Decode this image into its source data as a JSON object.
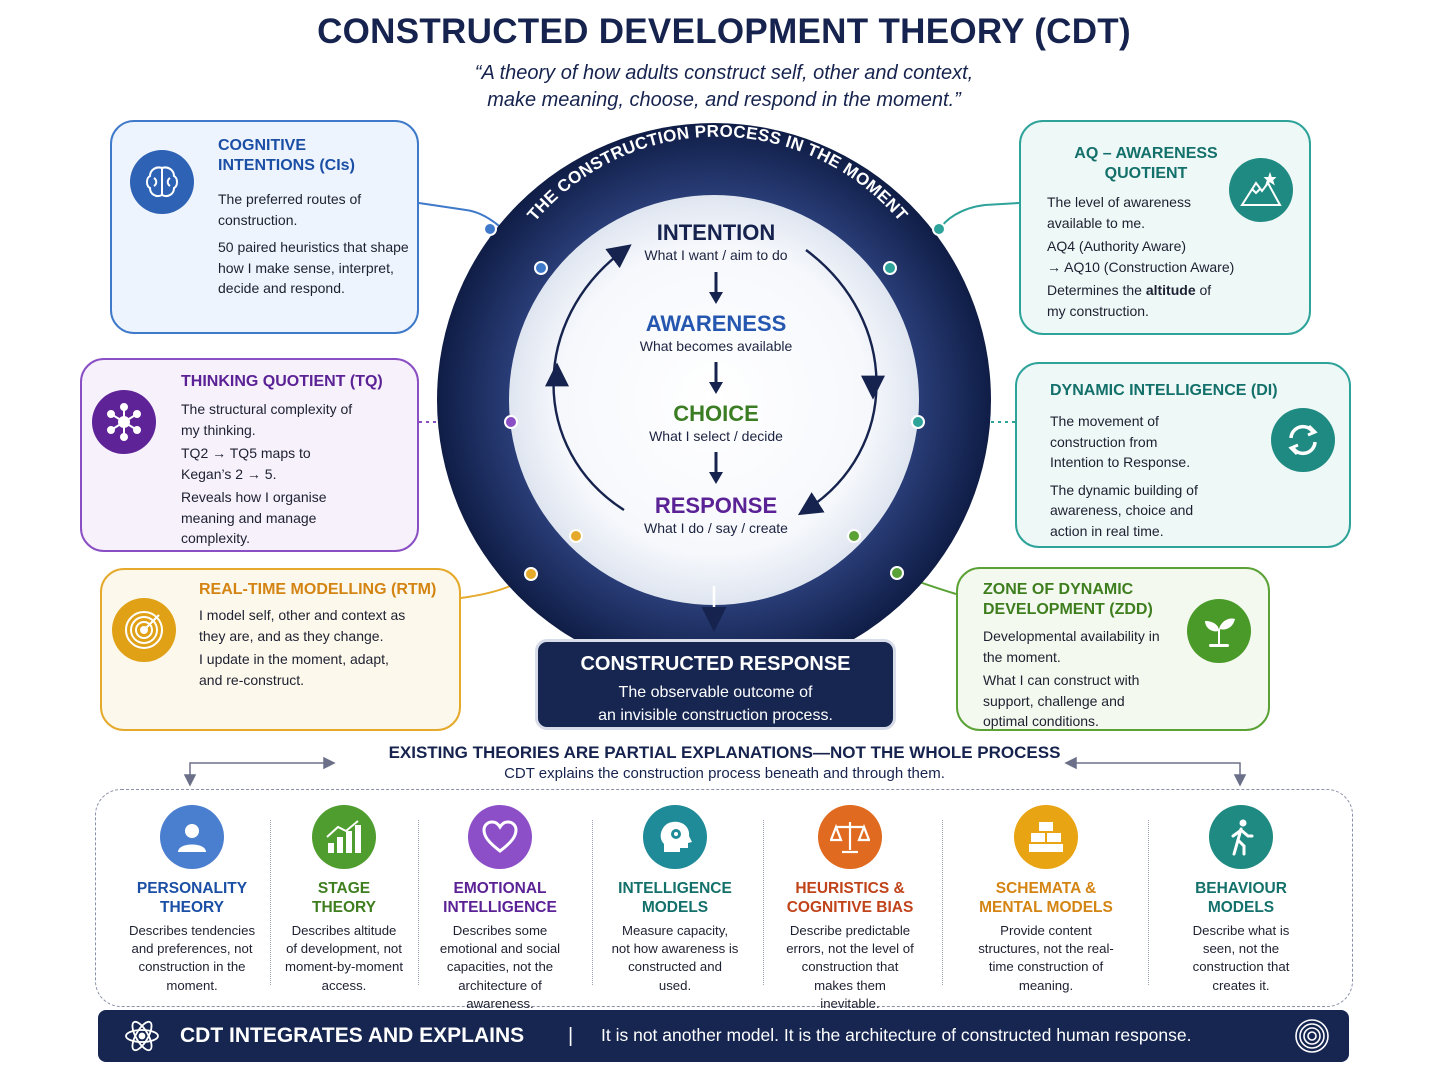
{
  "header": {
    "title": "CONSTRUCTED DEVELOPMENT THEORY (CDT)",
    "quote_line1": "“A theory of how adults construct self, other and context,",
    "quote_line2": "make meaning, choose, and respond in the moment.”"
  },
  "ring_label": "THE CONSTRUCTION PROCESS IN THE MOMENT",
  "steps": [
    {
      "name": "INTENTION",
      "desc": "What I want / aim to do",
      "color": "#16234e"
    },
    {
      "name": "AWARENESS",
      "desc": "What becomes available",
      "color": "#2557b0"
    },
    {
      "name": "CHOICE",
      "desc": "What I select / decide",
      "color": "#3b7d22"
    },
    {
      "name": "RESPONSE",
      "desc": "What I do / say / create",
      "color": "#5b2296"
    }
  ],
  "constructed_response": {
    "title": "CONSTRUCTED RESPONSE",
    "line1": "The observable outcome of",
    "line2": "an invisible construction process."
  },
  "cards": {
    "ci": {
      "title_l1": "COGNITIVE",
      "title_l2": "INTENTIONS (CIs)",
      "p1": "The preferred routes of construction.",
      "p2": "50 paired heuristics that shape how I make sense, interpret, decide and respond.",
      "icon": "brain-icon",
      "color": "#3f79c9"
    },
    "tq": {
      "title": "THINKING QUOTIENT (TQ)",
      "p1": "The structural complexity of my thinking.",
      "p2": "TQ2 → TQ5 maps to Kegan’s 2 → 5.",
      "p3": "Reveals how I organise meaning and manage complexity.",
      "icon": "network-icon",
      "color": "#8a4fc4"
    },
    "rtm": {
      "title": "REAL-TIME MODELLING (RTM)",
      "p1": "I model self, other and context as they are, and as they change.",
      "p2": "I update in the moment, adapt, and re-construct.",
      "icon": "target-icon",
      "color": "#e5aa2c"
    },
    "aq": {
      "title_l1": "AQ – AWARENESS",
      "title_l2": "QUOTIENT",
      "p1": "The level of awareness available to me.",
      "p2_l1": "AQ4 (Authority Aware)",
      "p2_l2": "→ AQ10 (Construction Aware)",
      "p3_pre": "Determines the ",
      "p3_bold": "altitude",
      "p3_post": " of my construction.",
      "icon": "mountain-icon",
      "color": "#2ea39a"
    },
    "di": {
      "title": "DYNAMIC INTELLIGENCE (DI)",
      "p1": "The movement of construction from Intention to Response.",
      "p2": "The dynamic building of awareness, choice and action in real time.",
      "icon": "cycle-arrows-icon",
      "color": "#2ea39a"
    },
    "zdd": {
      "title_l1": "ZONE OF DYNAMIC",
      "title_l2": "DEVELOPMENT (ZDD)",
      "p1": "Developmental availability in the moment.",
      "p2": "What I can construct with support, challenge and optimal conditions.",
      "icon": "sprout-icon",
      "color": "#5ba236"
    }
  },
  "partial": {
    "title": "EXISTING THEORIES ARE PARTIAL EXPLANATIONS—NOT THE WHOLE PROCESS",
    "subtitle": "CDT explains the construction process beneath and through them."
  },
  "theories": [
    {
      "name_l1": "PERSONALITY",
      "name_l2": "THEORY",
      "desc": "Describes tendencies and preferences, not construction in the moment.",
      "icon": "person-icon",
      "color": "#4a7fd0"
    },
    {
      "name_l1": "STAGE",
      "name_l2": "THEORY",
      "desc": "Describes altitude of development, not moment-by-moment access.",
      "icon": "rising-bars-icon",
      "color": "#4f9d2e"
    },
    {
      "name_l1": "EMOTIONAL",
      "name_l2": "INTELLIGENCE",
      "desc": "Describes some emotional and social capacities, not the architecture of awareness.",
      "icon": "heart-icon",
      "color": "#8c4fc8"
    },
    {
      "name_l1": "INTELLIGENCE",
      "name_l2": "MODELS",
      "desc": "Measure capacity, not how awareness is constructed and used.",
      "icon": "head-gear-icon",
      "color": "#1f8a98"
    },
    {
      "name_l1": "HEURISTICS &",
      "name_l2": "COGNITIVE BIAS",
      "desc": "Describe predictable errors, not the level of construction that makes them inevitable.",
      "icon": "scales-icon",
      "color": "#e06a1f"
    },
    {
      "name_l1": "SCHEMATA &",
      "name_l2": "MENTAL MODELS",
      "desc": "Provide content structures, not the real-time construction of meaning.",
      "icon": "blocks-icon",
      "color": "#e8a413"
    },
    {
      "name_l1": "BEHAVIOUR",
      "name_l2": "MODELS",
      "desc": "Describe what is seen, not the construction that creates it.",
      "icon": "walking-person-icon",
      "color": "#1f8a82"
    }
  ],
  "footer": {
    "label": "CDT INTEGRATES AND EXPLAINS",
    "separator": "|",
    "text": "It is not another model. It is the architecture of constructed human response."
  }
}
